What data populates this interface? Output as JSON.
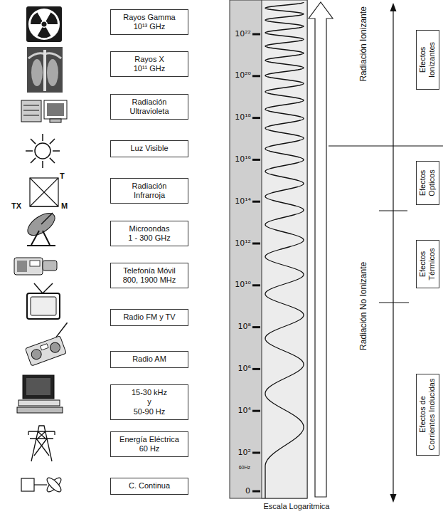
{
  "diagram": {
    "nodes": [
      {
        "text": [
          "Rayos Gamma",
          "10¹³ GHz"
        ]
      },
      {
        "text": [
          "Rayos X",
          "10¹¹ GHz"
        ]
      },
      {
        "text": [
          "Radiación Ultravioleta"
        ]
      },
      {
        "text": [
          "Luz Visible"
        ]
      },
      {
        "text": [
          "Radiación Infrarroja"
        ]
      },
      {
        "text": [
          "Microondas",
          "1 - 300 GHz"
        ]
      },
      {
        "text": [
          "Telefonía Móvil",
          "800, 1900 MHz"
        ]
      },
      {
        "text": [
          "Radio FM y TV"
        ]
      },
      {
        "text": [
          "Radio AM"
        ]
      },
      {
        "text": [
          "15-30 kHz",
          "y",
          "50-90 Hz"
        ]
      },
      {
        "text": [
          "Energía Eléctrica",
          "60 Hz"
        ]
      },
      {
        "text": [
          "C. Continua"
        ]
      },
      {
        "text": [
          "Efectos Ionizantes"
        ]
      },
      {
        "text": [
          "Efectos Opticos"
        ]
      },
      {
        "text": [
          "Efectos Térmicos"
        ]
      },
      {
        "text": [
          "Efectos de Corrientes Inducidas"
        ]
      }
    ],
    "labels": [
      "T",
      "TX",
      "M",
      "10²²",
      "10²⁰",
      "10¹⁸",
      "10¹⁶",
      "10¹⁴",
      "10¹²",
      "10¹⁰",
      "10⁸",
      "10⁶",
      "10⁴",
      "10²",
      "60Hz",
      "0",
      "Radiación Ionizante",
      "Radiación No Ionizante",
      "Escala Logaritmica"
    ]
  }
}
